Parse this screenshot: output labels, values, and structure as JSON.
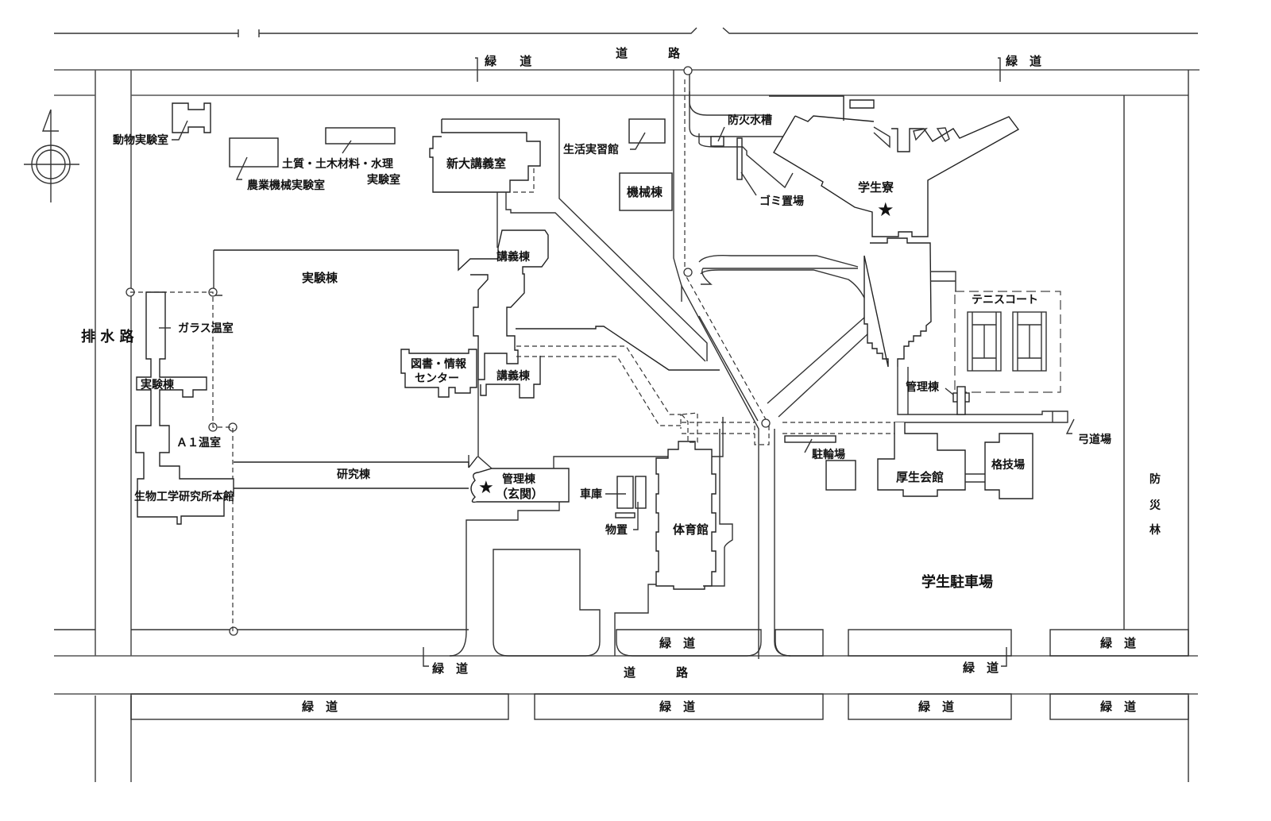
{
  "map": {
    "roads": {
      "top_road": "道　路",
      "bottom_road": "道　路",
      "drainage": "排 水 路"
    },
    "green_paths": {
      "top_left": "緑 道",
      "top_right": "緑　道",
      "bottom_left_leader": "緑　道",
      "bottom_center_inner": "緑　道",
      "bottom_right_leader": "緑　道",
      "bottom_far_right_inner": "緑　道",
      "lower_left": "緑　道",
      "lower_center": "緑　道",
      "lower_right": "緑　道",
      "lower_far_right": "緑　道"
    },
    "buildings": {
      "animal_lab": "動物実験室",
      "soil_lab_line1": "土質・土木材料・水理",
      "soil_lab_line2": "実験室",
      "agri_machinery_lab": "農業機械実験室",
      "new_lecture_hall": "新大講義室",
      "life_practice_hall": "生活実習館",
      "machinery_building": "機械棟",
      "fire_water_tank": "防火水槽",
      "garbage_area": "ゴミ置場",
      "dormitory": "学生寮",
      "lecture_building_north": "講義棟",
      "experiment_building": "実験棟",
      "glass_greenhouse": "ガラス温室",
      "experiment_building_small": "実験棟",
      "library_line1": "図書・情報",
      "library_line2": "センター",
      "lecture_building_south": "講義棟",
      "a1_greenhouse": "Ａ１温室",
      "research_building": "研究棟",
      "bioengineering_main": "生物工学研究所本館",
      "admin_line1": "管理棟",
      "admin_line2": "（玄関）",
      "garage": "車庫",
      "storage": "物置",
      "gymnasium": "体育館",
      "bicycle_parking": "駐輪場",
      "welfare_hall": "厚生会館",
      "martial_arts_hall": "格技場",
      "tennis_court": "テニスコート",
      "tennis_admin": "管理棟",
      "archery_hall": "弓道場",
      "student_parking": "学生駐車場",
      "disaster_forest": [
        "防",
        "災",
        "林"
      ]
    },
    "markers": {
      "entrance_star": "★",
      "dormitory_star": "★"
    },
    "north_arrow": "north-arrow"
  }
}
